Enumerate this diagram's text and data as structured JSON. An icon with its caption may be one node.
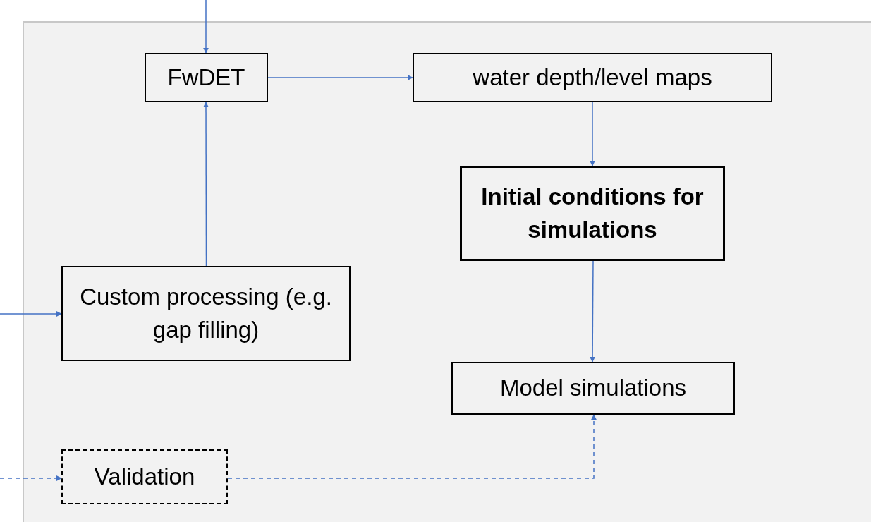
{
  "diagram": {
    "nodes": [
      {
        "text": [
          "FwDET"
        ]
      },
      {
        "text": [
          "water depth/level maps"
        ]
      },
      {
        "text": [
          "Initial conditions for simulations"
        ]
      },
      {
        "text": [
          "Custom processing (e.g. gap filling)"
        ]
      },
      {
        "text": [
          "Model simulations"
        ]
      },
      {
        "text": [
          "Validation"
        ]
      }
    ],
    "edges": [
      {
        "from": null,
        "to": 0,
        "arrow": "to"
      },
      {
        "from": 0,
        "to": 1,
        "arrow": "to"
      },
      {
        "from": 1,
        "to": 2,
        "arrow": "to"
      },
      {
        "from": 2,
        "to": 4,
        "arrow": "to"
      },
      {
        "from": 3,
        "to": 0,
        "arrow": "to"
      },
      {
        "from": null,
        "to": 3,
        "arrow": "to"
      },
      {
        "from": null,
        "to": 5,
        "arrow": "to",
        "style": "dashed"
      },
      {
        "from": 5,
        "to": 4,
        "arrow": "to",
        "style": "dashed"
      }
    ]
  }
}
